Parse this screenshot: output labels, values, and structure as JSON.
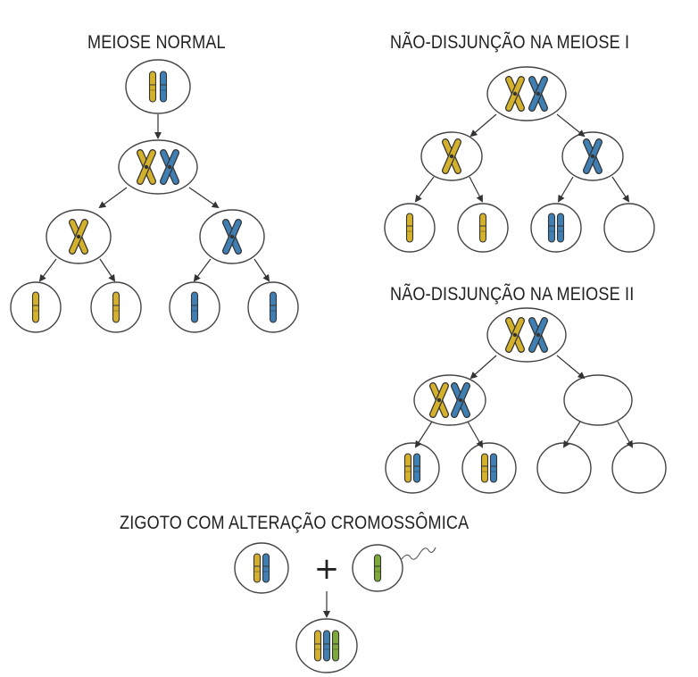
{
  "titles": {
    "normal": "MEIOSE NORMAL",
    "nd1": "NÃO-DISJUNÇÃO NA MEIOSE I",
    "nd2": "NÃO-DISJUNÇÃO NA MEIOSE II",
    "zygote": "ZIGOTO COM ALTERAÇÃO CROMOSSÔMICA"
  },
  "colors": {
    "chromosome_yellow": "#d4b12c",
    "chromosome_blue": "#3f7fb4",
    "chromosome_green": "#7fa83a",
    "outline": "#444444",
    "cell_fill": "#ffffff"
  },
  "icons": [
    "sperm-icon"
  ],
  "symbols": {
    "plus": "+"
  }
}
